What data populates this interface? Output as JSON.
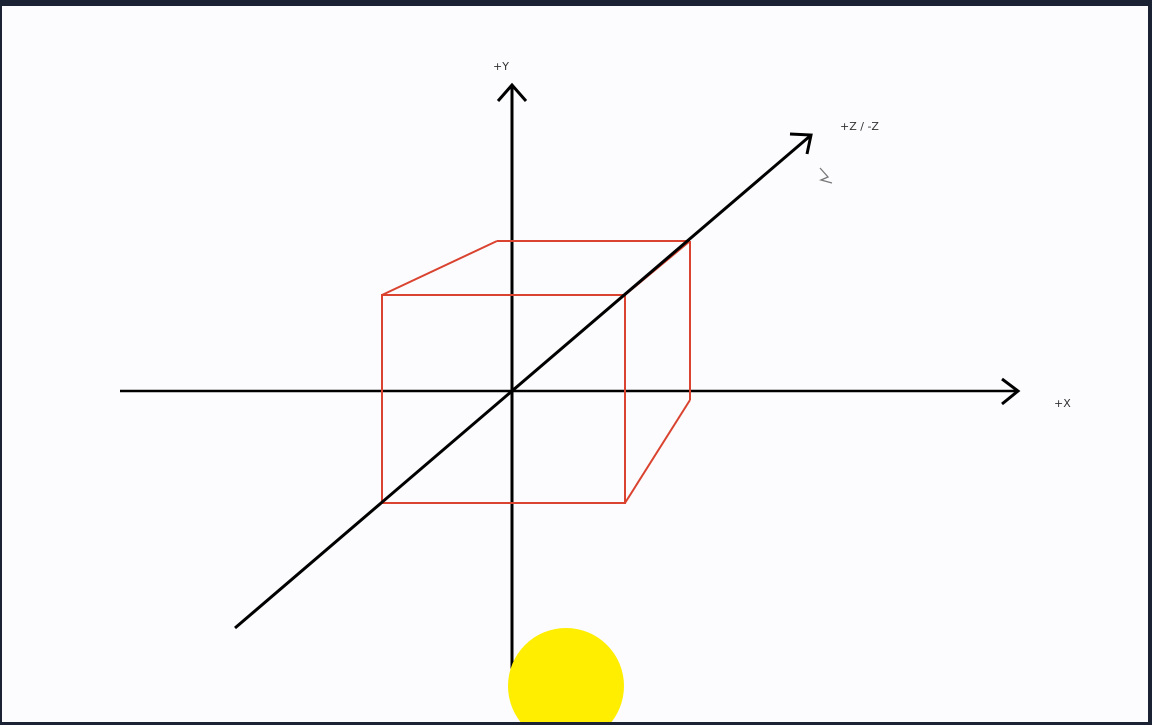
{
  "axes": {
    "y_label": "+Y",
    "z_label": "+Z / -Z",
    "x_label": "+X"
  },
  "colors": {
    "axis": "#000000",
    "cube": "#d9432f",
    "cursor_highlight": "#ffee00",
    "background": "#fcfcfe",
    "frame": "#1b2233"
  }
}
